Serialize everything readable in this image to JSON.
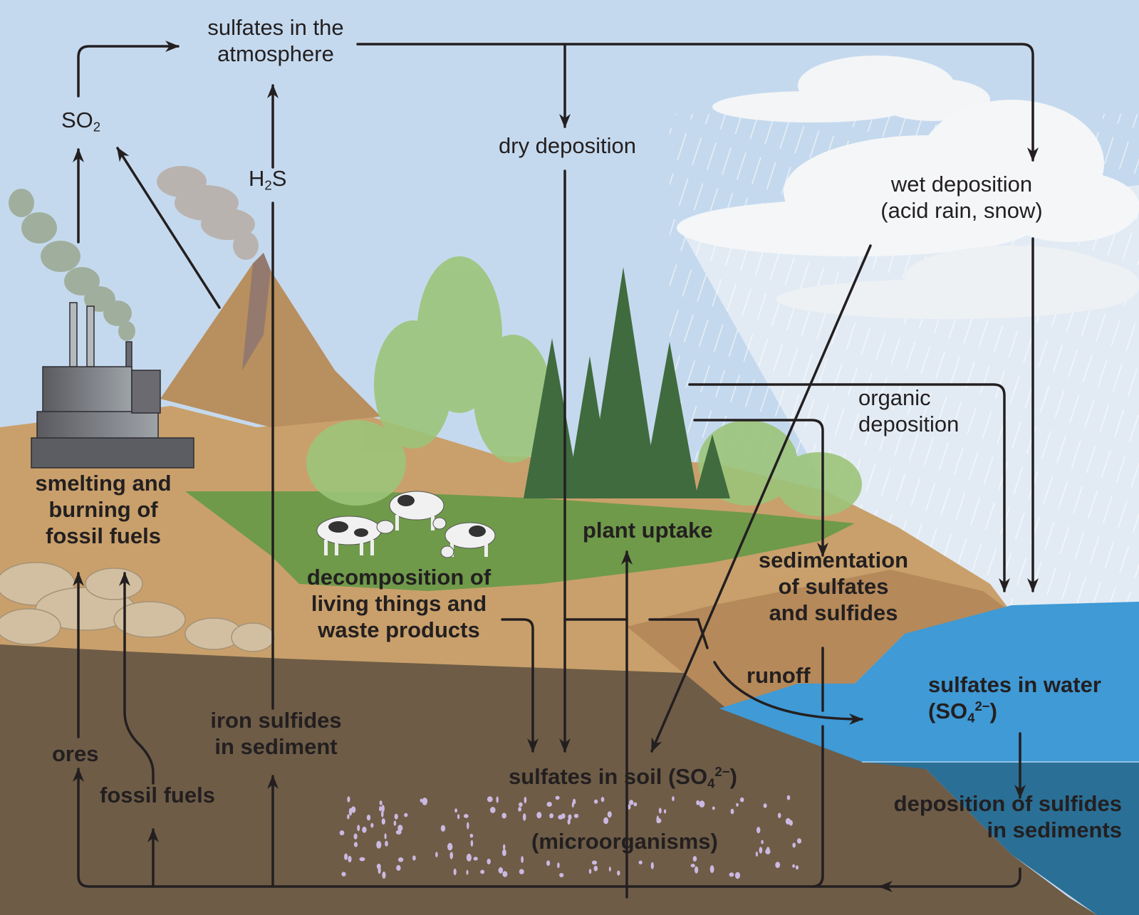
{
  "diagram": {
    "title": "Sulfur cycle",
    "colors": {
      "sky": "#c5d9ee",
      "sky_rain": "#e4ecf4",
      "topsoil": "#c9a06b",
      "grass": "#6f9a4a",
      "subsoil": "#6e5c47",
      "water_surface": "#3f9ad6",
      "water_deep": "#2a6f96",
      "arrow": "#231f20",
      "cloud": "#f4f6f8",
      "microbe": "#c9b8e0"
    },
    "labels": {
      "atmosphere": {
        "line1": "sulfates in the",
        "line2": "atmosphere"
      },
      "so2": {
        "base": "SO",
        "sub": "2"
      },
      "h2s": {
        "pre": "H",
        "sub": "2",
        "post": "S"
      },
      "dry_deposition": "dry deposition",
      "wet_deposition": {
        "line1": "wet deposition",
        "line2": "(acid rain, snow)"
      },
      "organic_deposition": {
        "line1": "organic",
        "line2": "deposition"
      },
      "smelting": {
        "line1": "smelting and",
        "line2": "burning of",
        "line3": "fossil fuels"
      },
      "decomposition": {
        "line1": "decomposition of",
        "line2": "living things and",
        "line3": "waste products"
      },
      "plant_uptake": "plant uptake",
      "sedimentation": {
        "line1": "sedimentation",
        "line2": "of sulfates",
        "line3": "and sulfides"
      },
      "runoff": "runoff",
      "sulfates_water": {
        "line1": "sulfates in water",
        "pre": "(SO",
        "sub": "4",
        "sup": "2−",
        "post": ")"
      },
      "deposition_sulfides": {
        "line1": "deposition of sulfides",
        "line2": "in sediments"
      },
      "sulfates_soil": {
        "pre": "sulfates in soil (SO",
        "sub": "4",
        "sup": "2−",
        "post": ")"
      },
      "microorganisms": "(microorganisms)",
      "iron_sulfides": {
        "line1": "iron sulfides",
        "line2": "in sediment"
      },
      "ores": "ores",
      "fossil_fuels": "fossil fuels"
    },
    "illustrations": [
      "factory-with-smokestacks",
      "volcano-with-smoke",
      "deciduous-trees",
      "conifer-trees",
      "cows-grazing",
      "rain-clouds",
      "rocks",
      "lake",
      "microorganisms"
    ]
  }
}
